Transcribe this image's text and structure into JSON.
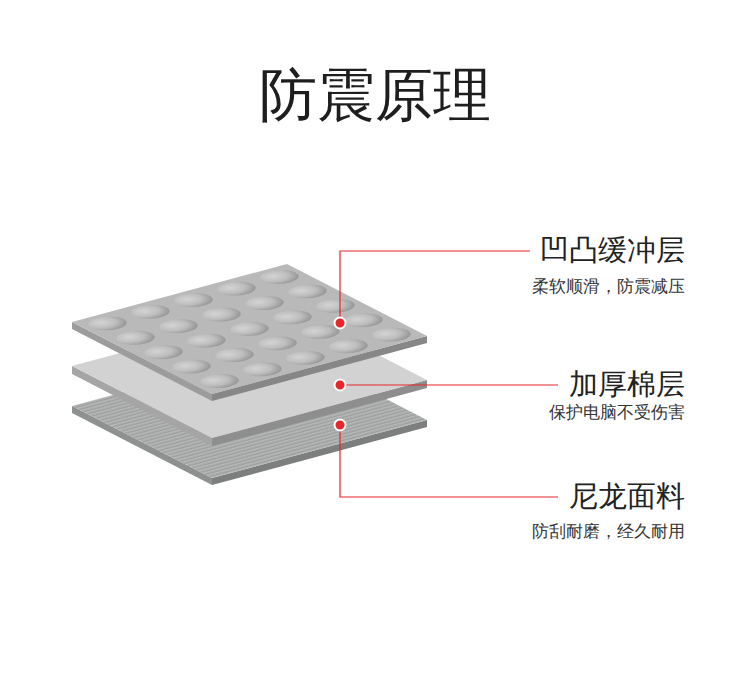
{
  "diagram": {
    "title": "防震原理",
    "labels": [
      "凹凸缓冲层",
      "柔软顺滑，防震减压",
      "加厚棉层",
      "保护电脑不受伤害",
      "尼龙面料",
      "防刮耐磨，经久耐用"
    ]
  }
}
